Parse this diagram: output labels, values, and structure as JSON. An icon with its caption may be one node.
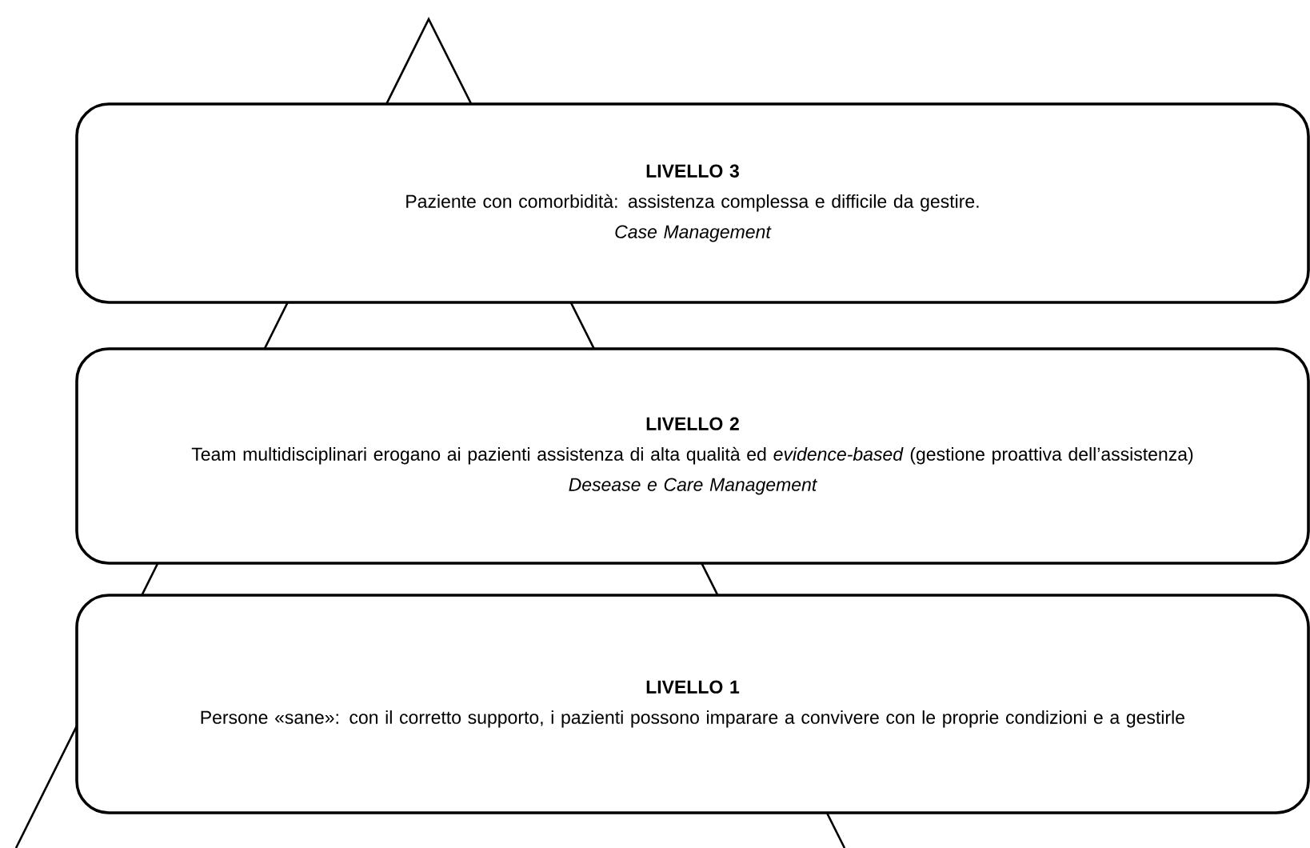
{
  "diagram": {
    "nodes": [
      {
        "text": [
          "LIVELLO 3",
          "Paziente con comorbidità: assistenza complessa e difficile da gestire.",
          "Case Management"
        ]
      },
      {
        "text": [
          "LIVELLO 2",
          "Team multidisciplinari erogano ai pazienti assistenza di alta qualità ed *evidence-based* (gestione proattiva dell’assistenza)",
          "Desease e Care Management"
        ]
      },
      {
        "text": [
          "LIVELLO 1",
          "Persone «sane»: con il corretto supporto, i pazienti possono imparare a convivere con le proprie condizioni e a gestirle"
        ]
      }
    ]
  }
}
